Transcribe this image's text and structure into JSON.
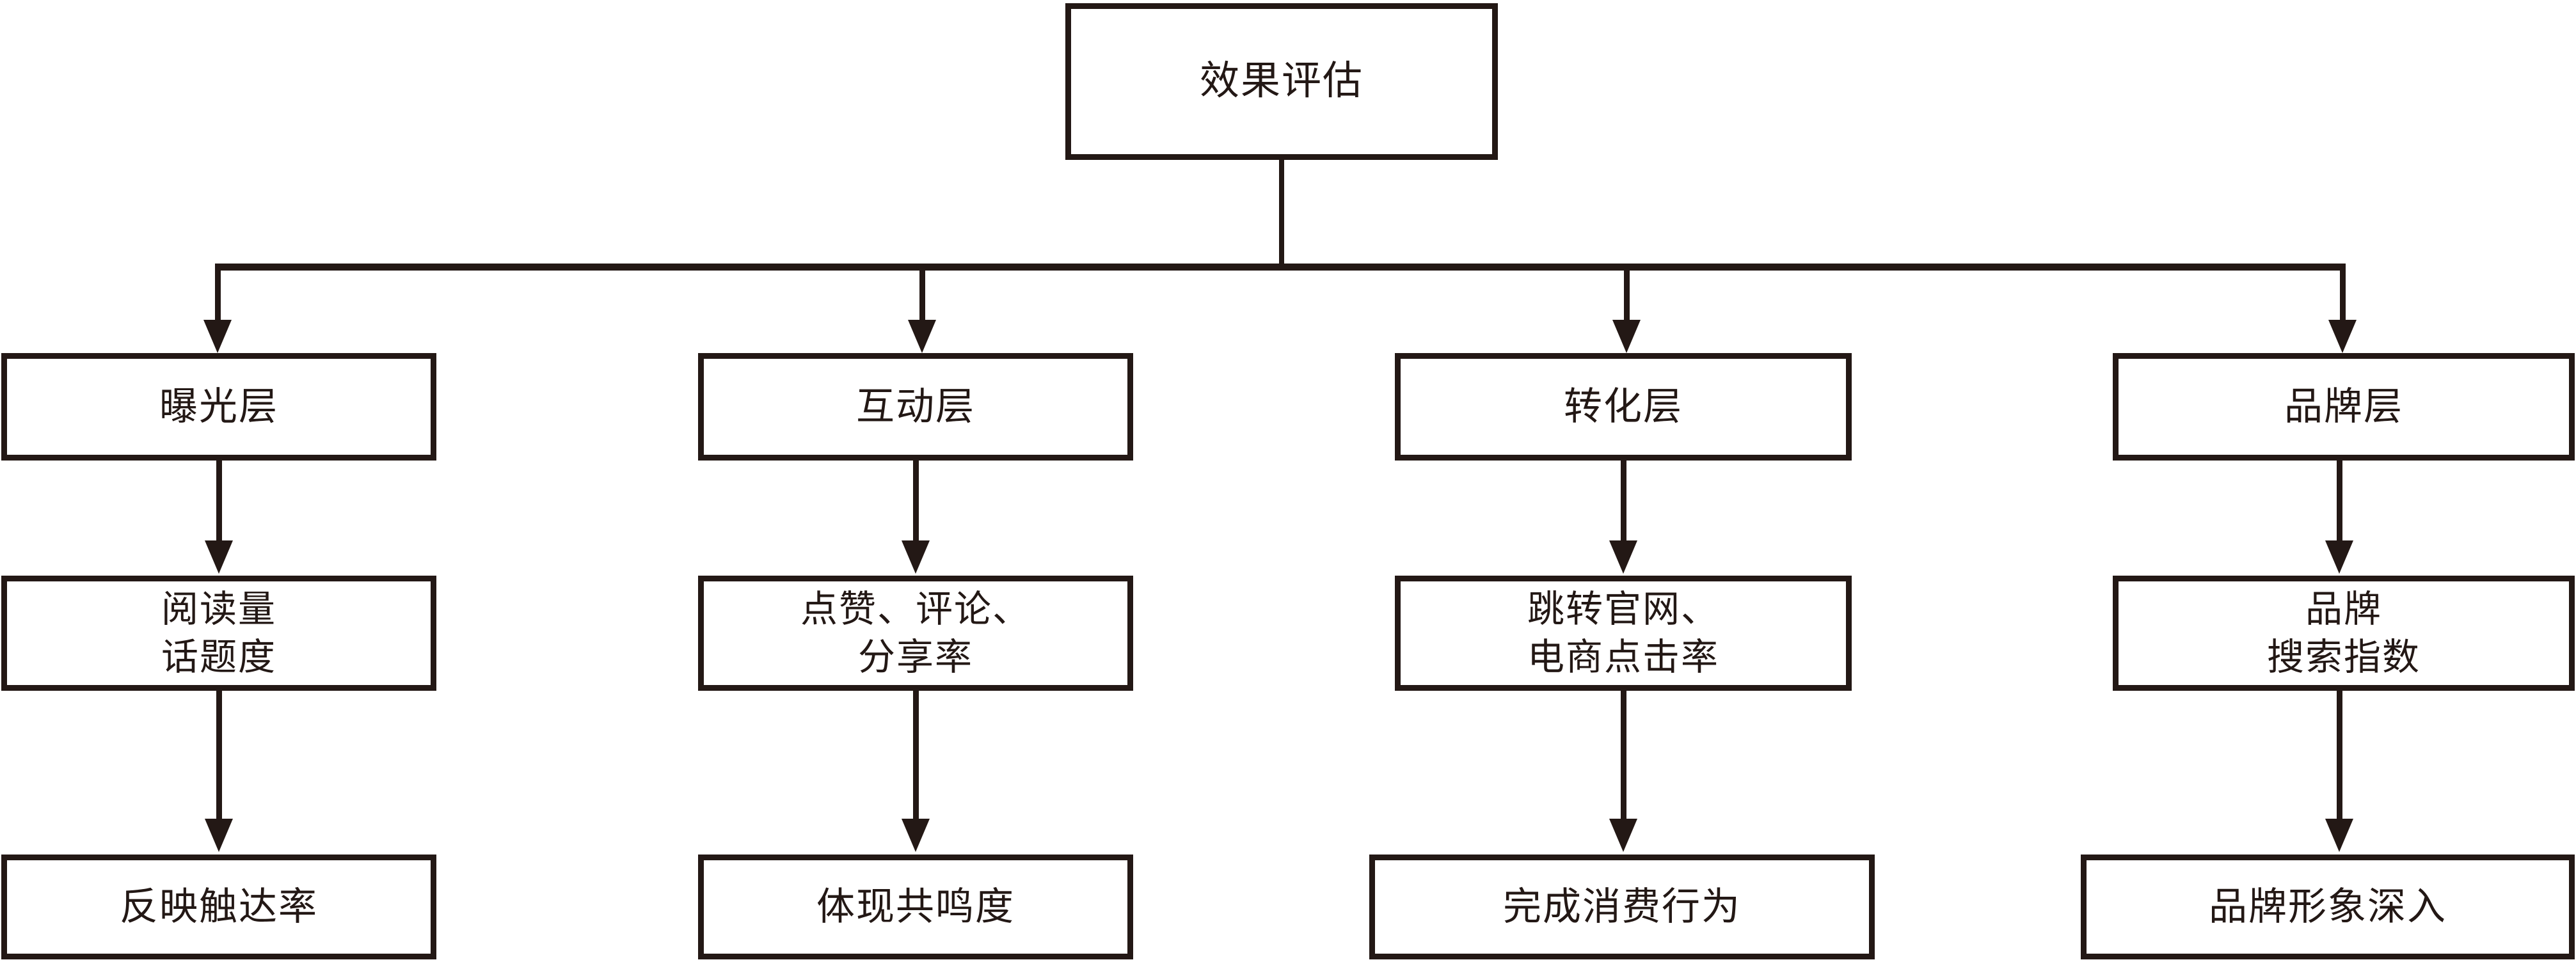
{
  "diagram": {
    "type": "flowchart",
    "orientation": "top-down",
    "background_color": "#ffffff",
    "stroke_color": "#231815",
    "root": {
      "label": "效果评估"
    },
    "branches": [
      {
        "layer": "曝光层",
        "metrics": "阅读量\n话题度",
        "outcome": "反映触达率"
      },
      {
        "layer": "互动层",
        "metrics": "点赞、评论、\n分享率",
        "outcome": "体现共鸣度"
      },
      {
        "layer": "转化层",
        "metrics": "跳转官网、\n电商点击率",
        "outcome": "完成消费行为"
      },
      {
        "layer": "品牌层",
        "metrics": "品牌\n搜索指数",
        "outcome": "品牌形象深入"
      }
    ]
  }
}
